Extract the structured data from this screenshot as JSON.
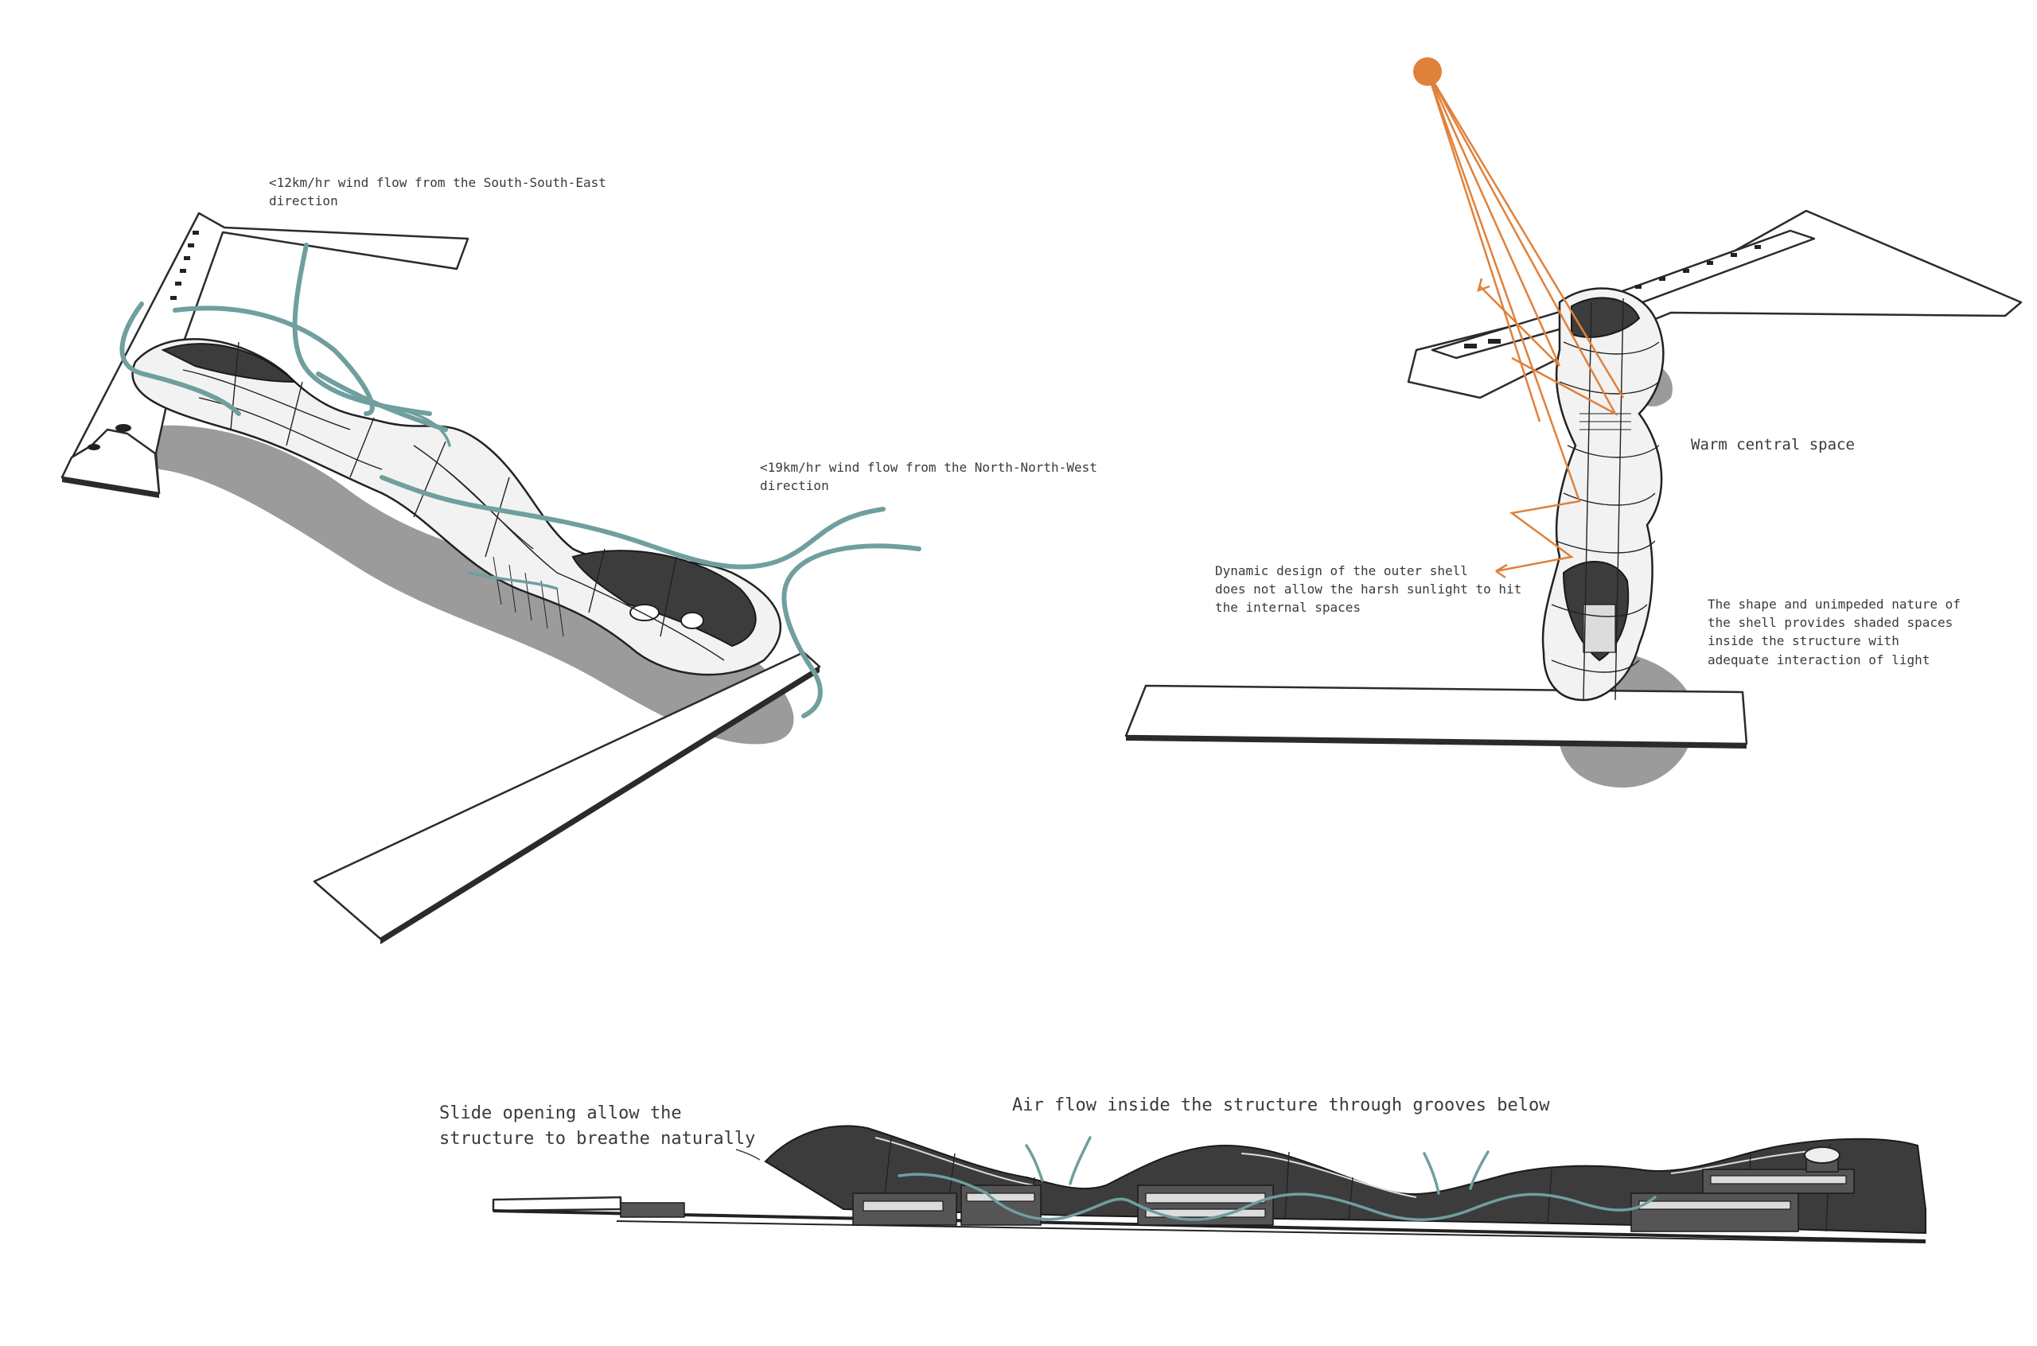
{
  "annotations": {
    "wind_sse": "<12km/hr wind flow from the South-South-East\ndirection",
    "wind_nnw": "<19km/hr wind flow from the North-North-West\ndirection",
    "warm_space": "Warm central space",
    "outer_shell": "Dynamic design of the outer shell\ndoes not allow the harsh sunlight to hit\nthe internal spaces",
    "shaded_spaces": "The shape and unimpeded nature of\nthe shell provides shaded spaces\ninside the structure with\nadequate interaction of light",
    "slide_opening": "Slide opening allow the\nstructure to breathe naturally",
    "air_flow": "Air flow inside the structure through grooves below"
  },
  "colors": {
    "wind_arrow": "#6f9f9e",
    "sun": "#e0813a",
    "sun_ray": "#e0813a",
    "linework": "#222222",
    "shadow": "#7a7a7a"
  },
  "icons": {
    "sun": "sun-circle",
    "wind": "curved-arrow"
  }
}
